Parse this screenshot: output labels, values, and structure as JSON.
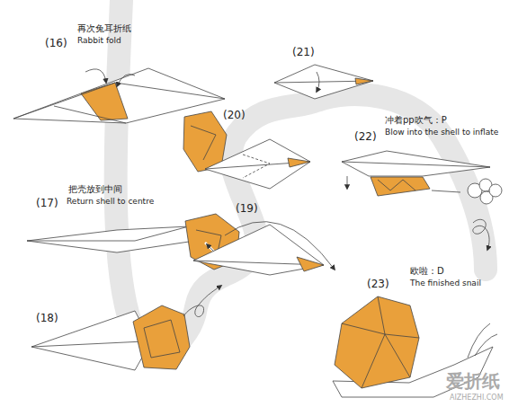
{
  "diagram": {
    "labels": [
      "(16)",
      "再次兔耳折纸",
      "Rabbit fold",
      "(17)",
      "把壳放到中间",
      "Return shell to centre",
      "(18)",
      "(19)",
      "(20)",
      "(21)",
      "(22)",
      "冲着pp吹气：P",
      "Blow into the shell to inflate",
      "(23)",
      "欧啦：D",
      "The finished snail",
      "爱折纸",
      "AIZHEZHI.COM"
    ]
  }
}
